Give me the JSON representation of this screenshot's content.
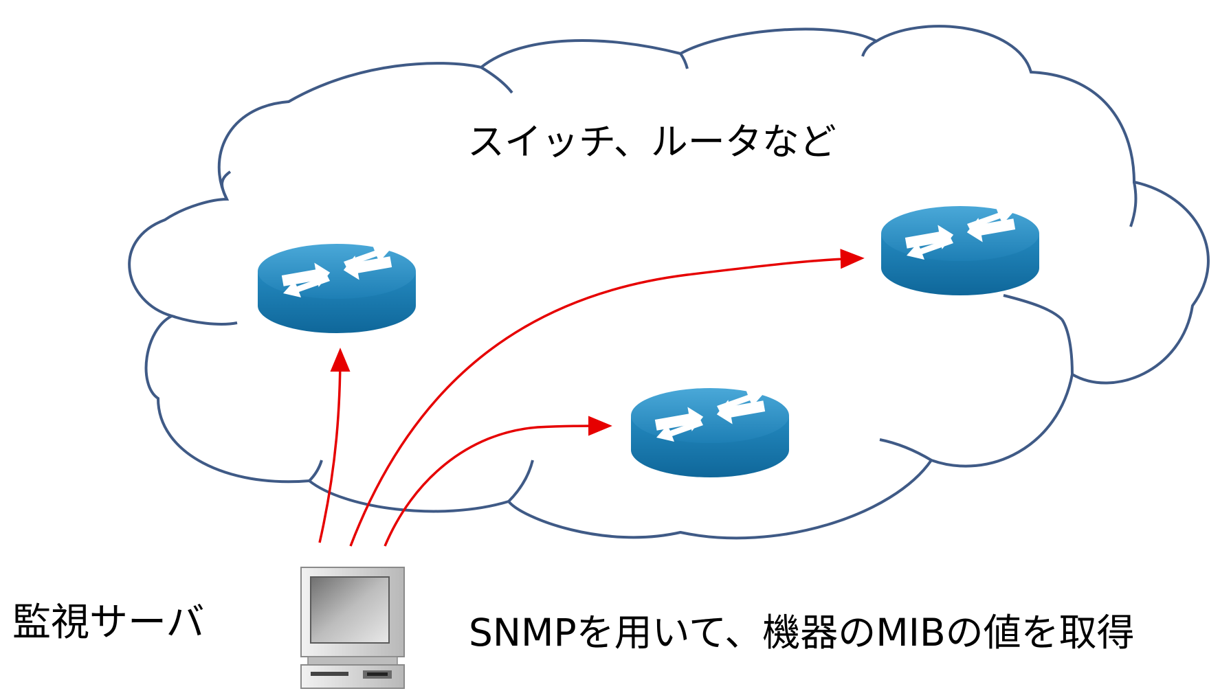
{
  "cloud_label": "スイッチ、ルータなど",
  "server_label": "監視サーバ",
  "caption": "SNMPを用いて、機器のMIBの値を取得",
  "colors": {
    "cloud_stroke": "#3f5a86",
    "arrow": "#e60000",
    "router_top": "#2e8fc0",
    "router_side": "#1a78aa",
    "router_arrows": "#ffffff",
    "computer_body": "#d6d6d6",
    "computer_screen": "#9a9a9a"
  },
  "icons": [
    "router-icon",
    "computer-icon",
    "cloud-shape"
  ]
}
